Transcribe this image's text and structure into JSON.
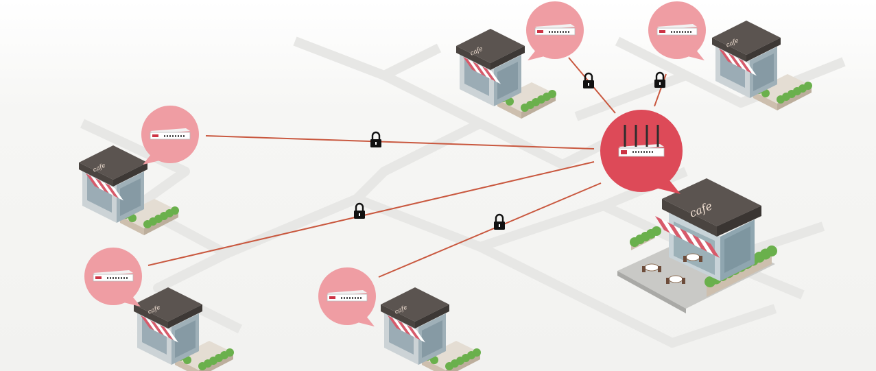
{
  "diagram": {
    "hub": {
      "label": "cafe",
      "device": "router-with-antennas-icon",
      "bubble_color": "#dd4a58"
    },
    "branches": [
      {
        "id": "top-left-cafe",
        "device": "firewall-appliance-icon"
      },
      {
        "id": "top-right-cafe",
        "device": "firewall-appliance-icon"
      },
      {
        "id": "left-upper-cafe",
        "device": "firewall-appliance-icon"
      },
      {
        "id": "left-lower-cafe",
        "device": "firewall-appliance-icon"
      },
      {
        "id": "bottom-middle-cafe",
        "device": "firewall-appliance-icon"
      }
    ],
    "connection_icon": "padlock-icon",
    "colors": {
      "branch_bubble": "#ef9da3",
      "hub_bubble": "#dd4a58",
      "vpn_line": "#c9583f",
      "road": "#e7e7e5",
      "building_roof": "#5b5450",
      "building_wall": "#d6c9bd",
      "awning_red": "#d85a6a",
      "plants": "#6ab04c"
    }
  }
}
